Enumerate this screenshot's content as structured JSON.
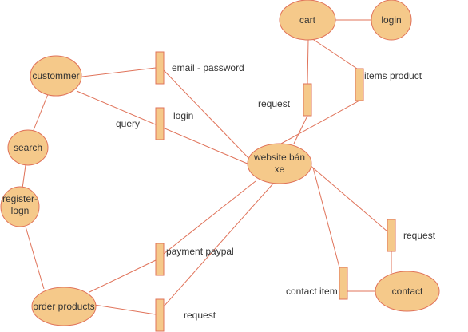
{
  "nodes": {
    "cart": "cart",
    "login_top": "login",
    "customer": "custommer",
    "search": "search",
    "register_line1": "register-",
    "register_line2": "logn",
    "order": "order products",
    "website_line1": "website bán",
    "website_line2": "xe",
    "contact": "contact"
  },
  "labels": {
    "email_password": "email - password",
    "login": "login",
    "query": "query",
    "request_top": "request",
    "items_product": "items product",
    "payment": "payment paypal",
    "request_bottom": "request",
    "request_right": "request",
    "contact_item": "contact item"
  }
}
